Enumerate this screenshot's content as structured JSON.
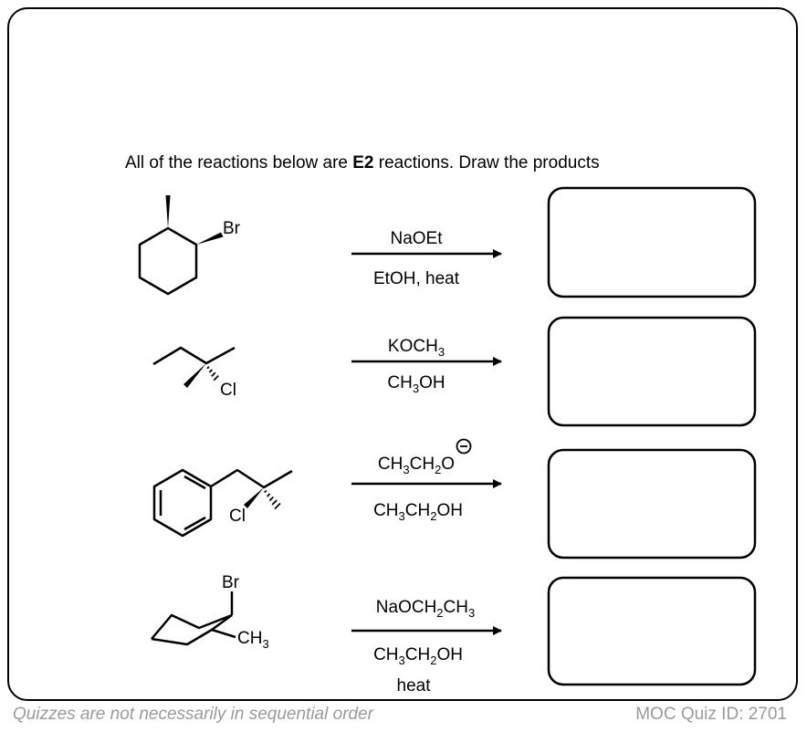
{
  "instructions": {
    "part1": "All of the reactions below are ",
    "bold": "E2",
    "part2": " reactions. Draw the products"
  },
  "reactions": [
    {
      "substrate_label": "Br",
      "reagent_above": "NaOEt",
      "reagent_below": "EtOH, heat"
    },
    {
      "substrate_label": "Cl",
      "reagent_above": "KOCH3",
      "reagent_below": "CH3OH"
    },
    {
      "substrate_label": "Cl",
      "reagent_above": "CH3CH2O",
      "reagent_below": "CH3CH2OH"
    },
    {
      "substrate_label_1": "Br",
      "substrate_label_2": "CH3",
      "reagent_above": "NaOCH2CH3",
      "reagent_below": "CH3CH2OH",
      "reagent_extra": "heat"
    }
  ],
  "footer": {
    "left": "Quizzes are not necessarily in sequential order",
    "right": "MOC Quiz ID: 2701"
  }
}
